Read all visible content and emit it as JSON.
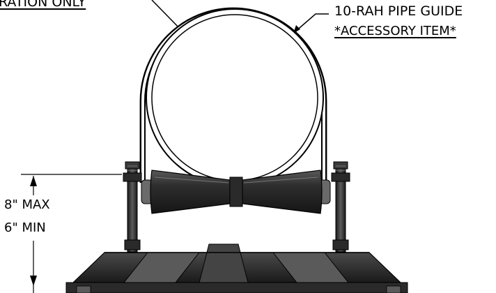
{
  "labels": {
    "top_left_note": "RATION ONLY",
    "guide_name": "10-RAH PIPE GUIDE",
    "guide_note": "*ACCESSORY ITEM*",
    "height_max": "8\" MAX",
    "height_min": "6\" MIN"
  },
  "colors": {
    "line": "#000000",
    "pipe_fill": "#ffffff",
    "steel_dark": "#1e1e1e",
    "steel_mid": "#3a3a3a",
    "steel_light": "#6a6a6a"
  }
}
